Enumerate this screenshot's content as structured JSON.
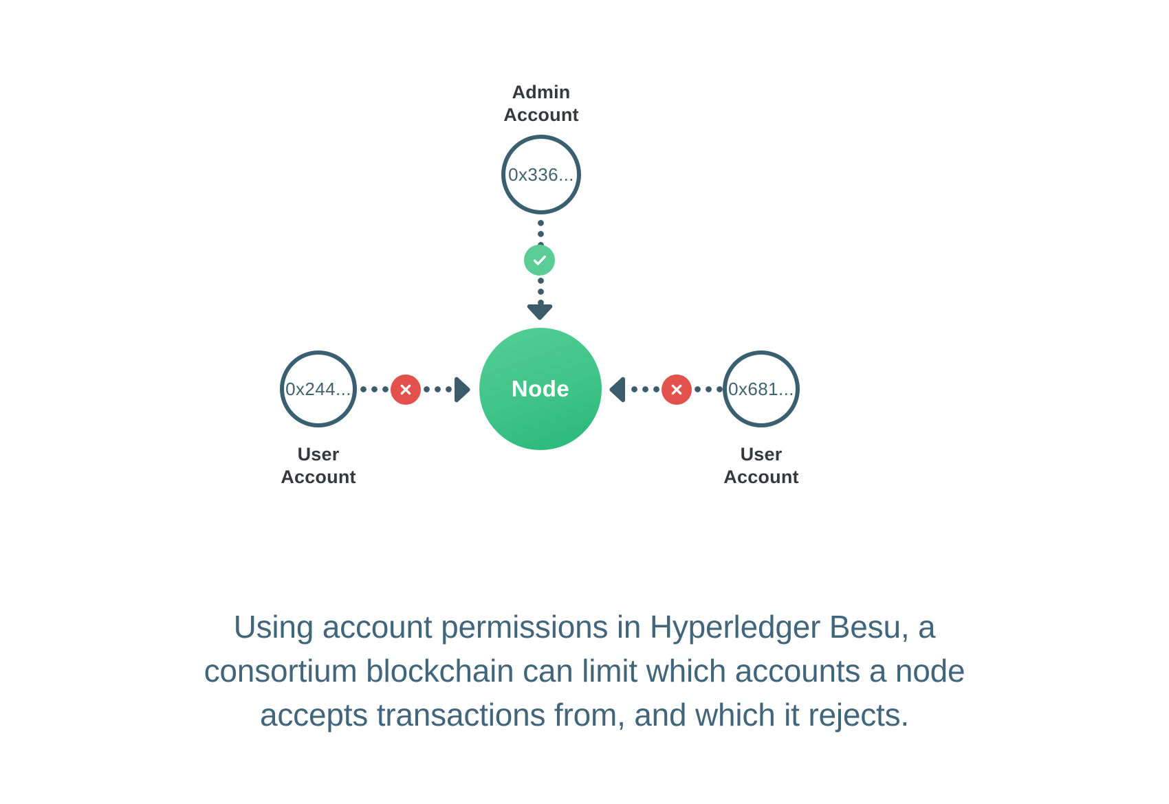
{
  "diagram": {
    "type": "node-permission-flow",
    "center": {
      "label": "Node",
      "name": "node-circle",
      "color": "#3fc387"
    },
    "accounts": [
      {
        "id": "admin",
        "title": "Admin\nAccount",
        "address": "0x336...",
        "permission": "allowed",
        "badge_icon": "check-icon",
        "badge_color": "#5bcc96",
        "direction": "down"
      },
      {
        "id": "user-left",
        "title": "User\nAccount",
        "address": "0x244...",
        "permission": "rejected",
        "badge_icon": "x-icon",
        "badge_color": "#e2514c",
        "direction": "right"
      },
      {
        "id": "user-right",
        "title": "User\nAccount",
        "address": "0x681...",
        "permission": "rejected",
        "badge_icon": "x-icon",
        "badge_color": "#e2514c",
        "direction": "left"
      }
    ],
    "stroke_color": "#3a5f70"
  },
  "caption": {
    "line1": "Using account permissions in Hyperledger Besu, a",
    "line2": "consortium blockchain can limit which accounts a node",
    "line3": "accepts transactions from, and which it rejects.",
    "color": "#41657a"
  }
}
